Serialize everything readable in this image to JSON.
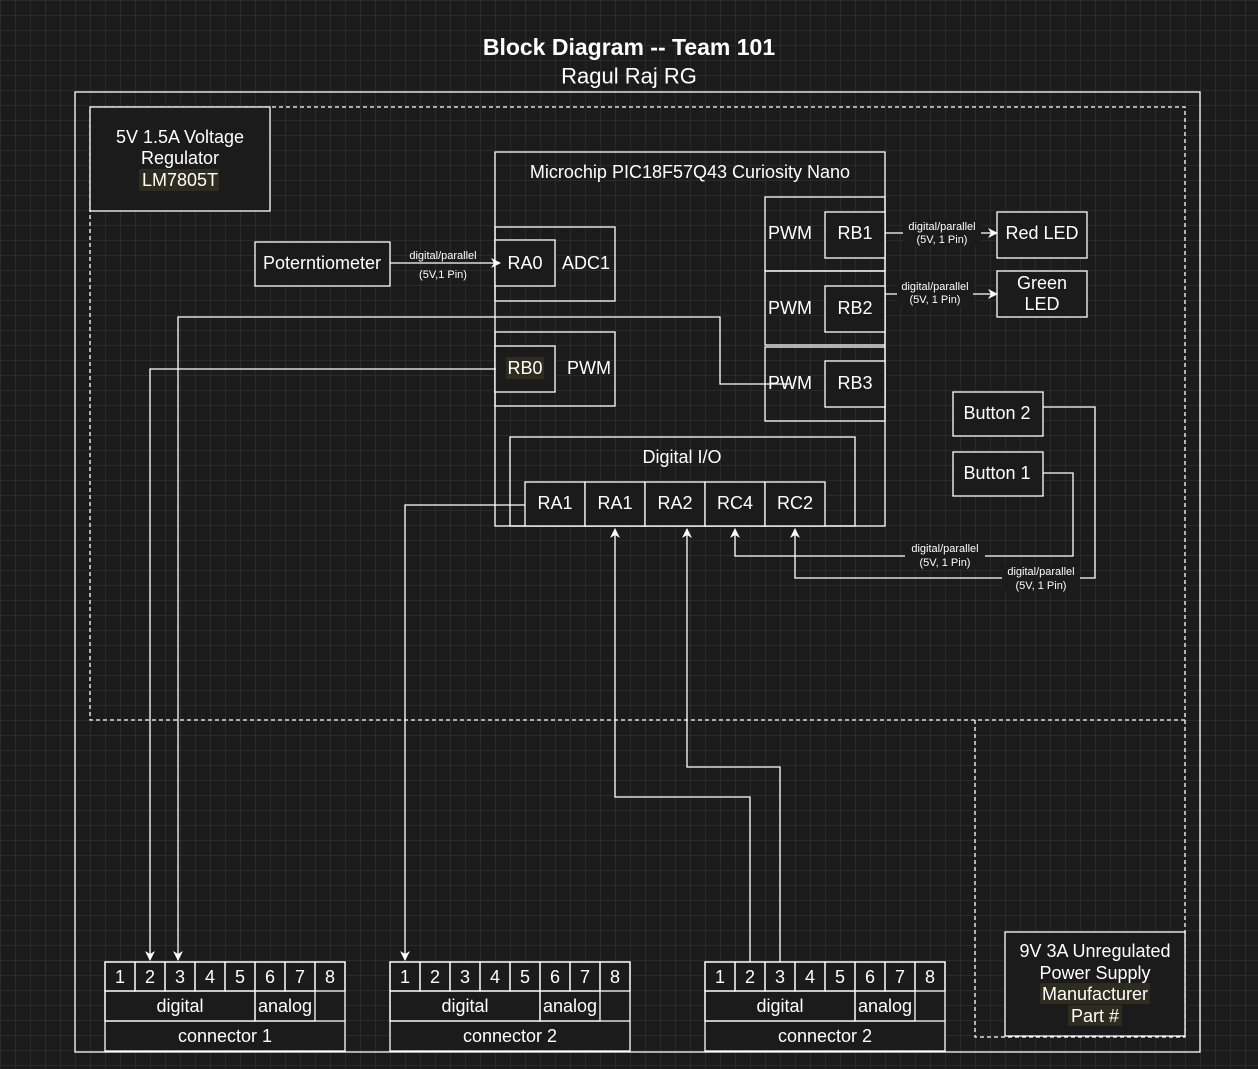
{
  "title": "Block Diagram -- Team 101",
  "author": "Ragul Raj RG",
  "regulator": {
    "line1": "5V 1.5A Voltage",
    "line2": "Regulator",
    "part": "LM7805T"
  },
  "mcu": {
    "name": "Microchip PIC18F57Q43 Curiosity Nano"
  },
  "pot": {
    "label": "Poterntiometer",
    "wire1": "digital/parallel",
    "wire2": "(5V,1 Pin)"
  },
  "adc": {
    "pin": "RA0",
    "label": "ADC1"
  },
  "pwm_left": {
    "pin": "RB0",
    "label": "PWM"
  },
  "pwm_right": [
    {
      "label": "PWM",
      "pin": "RB1"
    },
    {
      "label": "PWM",
      "pin": "RB2"
    },
    {
      "label": "PWM",
      "pin": "RB3"
    }
  ],
  "red_led": {
    "label": "Red LED",
    "wire1": "digital/parallel",
    "wire2": "(5V, 1 Pin)"
  },
  "green_led": {
    "line1": "Green",
    "line2": "LED",
    "wire1": "digital/parallel",
    "wire2": "(5V, 1 Pin)"
  },
  "button2": {
    "label": "Button 2",
    "wire1": "digital/parallel",
    "wire2": "(5V, 1 Pin)"
  },
  "button1": {
    "label": "Button 1",
    "wire1": "digital/parallel",
    "wire2": "(5V, 1 Pin)"
  },
  "dio": {
    "label": "Digital I/O",
    "pins": [
      "RA1",
      "RA1",
      "RA2",
      "RC4",
      "RC2"
    ]
  },
  "supply": {
    "line1": "9V 3A Unregulated",
    "line2": "Power Supply",
    "line3": "Manufacturer",
    "line4": "Part #"
  },
  "connectors": [
    {
      "pins": [
        "1",
        "2",
        "3",
        "4",
        "5",
        "6",
        "7",
        "8"
      ],
      "digital": "digital",
      "analog": "analog",
      "name": "connector 1"
    },
    {
      "pins": [
        "1",
        "2",
        "3",
        "4",
        "5",
        "6",
        "7",
        "8"
      ],
      "digital": "digital",
      "analog": "analog",
      "name": "connector 2"
    },
    {
      "pins": [
        "1",
        "2",
        "3",
        "4",
        "5",
        "6",
        "7",
        "8"
      ],
      "digital": "digital",
      "analog": "analog",
      "name": "connector 2"
    }
  ],
  "colors": {
    "background": "#1b1b1b",
    "grid": "#2a2a2a",
    "stroke": "#ffffff",
    "highlight": "#2d2d1f"
  }
}
